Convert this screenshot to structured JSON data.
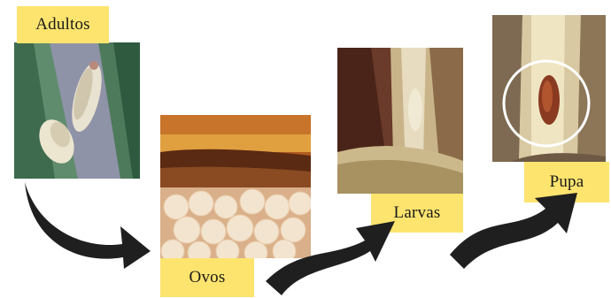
{
  "stages": {
    "adults": {
      "label": "Adultos",
      "image_subject": "adult moth on a leaf"
    },
    "eggs": {
      "label": "Ovos",
      "image_subject": "egg cluster"
    },
    "larvae": {
      "label": "Larvas",
      "image_subject": "larva in the plant stem"
    },
    "pupa": {
      "label": "Pupa",
      "image_subject": "pupa inside the stem, circled"
    }
  },
  "colors": {
    "label_background": "#fde46e",
    "arrow": "#1f1f1f",
    "highlight_circle": "#ffffff"
  }
}
